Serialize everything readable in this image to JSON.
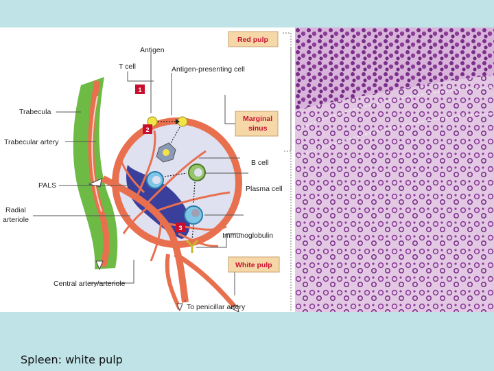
{
  "caption": "Spleen: white pulp",
  "labels": {
    "antigen": "Antigen",
    "t_cell": "T cell",
    "apc": "Antigen-presenting cell",
    "trabecula": "Trabecula",
    "trabecular_artery": "Trabecular artery",
    "pals": "PALS",
    "radial_arteriole_line1": "Radial",
    "radial_arteriole_line2": "arteriole",
    "central_artery": "Central artery/arteriole",
    "to_penicillar": "To penicillar artery",
    "b_cell": "B cell",
    "plasma_cell": "Plasma cell",
    "immunoglobulin": "Immunoglobulin"
  },
  "boxed_labels": {
    "red_pulp": "Red pulp",
    "marginal_sinus_line1": "Marginal",
    "marginal_sinus_line2": "sinus",
    "white_pulp": "White pulp"
  },
  "steps": [
    "1",
    "2",
    "3"
  ],
  "colors": {
    "background": "#bfe3e6",
    "artery": "#e8704f",
    "trabecula": "#6dbb45",
    "pals": "#3a3f9c",
    "sinus_fill": "#dfe0f0",
    "label_box": "#f6d8a8",
    "label_red": "#c8102e",
    "tissue": "#d7b8dc",
    "nuclei": "#7a2f8a"
  }
}
